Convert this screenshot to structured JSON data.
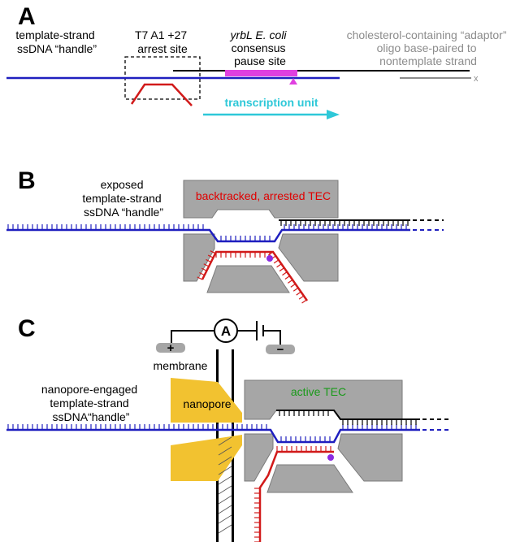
{
  "panels": {
    "a": "A",
    "b": "B",
    "c": "C"
  },
  "panel_a": {
    "handle_label": [
      "template-strand",
      "ssDNA “handle”"
    ],
    "arrest_label": [
      "T7 A1 +27",
      "arrest site"
    ],
    "pause_label": [
      "yrbL E. coli",
      "consensus",
      "pause site"
    ],
    "adaptor_label": [
      "cholesterol-containing “adaptor”",
      "oligo base-paired to",
      "nontemplate strand"
    ],
    "adaptor_end": "x",
    "transcription_unit": "transcription unit"
  },
  "panel_b": {
    "handle_label": [
      "exposed",
      "template-strand",
      "ssDNA “handle”"
    ],
    "tec_label": "backtracked, arrested TEC"
  },
  "panel_c": {
    "ammeter": "A",
    "plus": "+",
    "minus": "−",
    "membrane": "membrane",
    "nanopore": "nanopore",
    "handle_label": [
      "nanopore-engaged",
      "template-strand",
      "ssDNA“handle”"
    ],
    "tec_label": "active TEC"
  },
  "colors": {
    "template_strand": "#1f1fbf",
    "rna": "#d11a1a",
    "nontemplate": "#000000",
    "adaptor": "#8c8c8c",
    "pause_site": "#e040e0",
    "transcription_arrow": "#2ec8d8",
    "polymerase": "#a6a6a6",
    "nanopore": "#f2c230",
    "active_site": "#8a2be2",
    "tec_backtracked": "#e00000",
    "tec_active": "#1a9a1a"
  }
}
